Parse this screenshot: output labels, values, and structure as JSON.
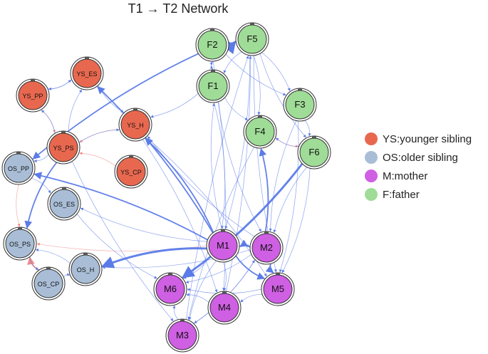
{
  "title": "T1 → T2 Network",
  "colors": {
    "YS": "#e8684f",
    "OS": "#a9bed6",
    "M": "#cf5fe3",
    "F": "#9fdc97",
    "edge_pos": "#5b7be8",
    "edge_neg": "#f08a8a"
  },
  "legend": [
    {
      "group": "YS",
      "label": "YS:younger sibling"
    },
    {
      "group": "OS",
      "label": "OS:older sibling"
    },
    {
      "group": "M",
      "label": "M:mother"
    },
    {
      "group": "F",
      "label": "F:father"
    }
  ],
  "nodes": [
    {
      "id": "F2",
      "group": "F"
    },
    {
      "id": "F5",
      "group": "F"
    },
    {
      "id": "F1",
      "group": "F"
    },
    {
      "id": "F3",
      "group": "F"
    },
    {
      "id": "F4",
      "group": "F"
    },
    {
      "id": "F6",
      "group": "F"
    },
    {
      "id": "YS_ES",
      "group": "YS"
    },
    {
      "id": "YS_PP",
      "group": "YS"
    },
    {
      "id": "YS_H",
      "group": "YS"
    },
    {
      "id": "YS_PS",
      "group": "YS"
    },
    {
      "id": "YS_CP",
      "group": "YS"
    },
    {
      "id": "OS_PP",
      "group": "OS"
    },
    {
      "id": "OS_ES",
      "group": "OS"
    },
    {
      "id": "OS_PS",
      "group": "OS"
    },
    {
      "id": "OS_H",
      "group": "OS"
    },
    {
      "id": "OS_CP",
      "group": "OS"
    },
    {
      "id": "M1",
      "group": "M"
    },
    {
      "id": "M2",
      "group": "M"
    },
    {
      "id": "M6",
      "group": "M"
    },
    {
      "id": "M5",
      "group": "M"
    },
    {
      "id": "M4",
      "group": "M"
    },
    {
      "id": "M3",
      "group": "M"
    }
  ],
  "edges": [
    {
      "from": "F2",
      "to": "F5",
      "sign": "pos",
      "weight": 3
    },
    {
      "from": "F5",
      "to": "F2",
      "sign": "pos",
      "weight": 1
    },
    {
      "from": "F2",
      "to": "F1",
      "sign": "pos",
      "weight": 1
    },
    {
      "from": "F1",
      "to": "F2",
      "sign": "pos",
      "weight": 1
    },
    {
      "from": "F5",
      "to": "F1",
      "sign": "pos",
      "weight": 1
    },
    {
      "from": "F5",
      "to": "F3",
      "sign": "pos",
      "weight": 1
    },
    {
      "from": "F2",
      "to": "F3",
      "sign": "pos",
      "weight": 1
    },
    {
      "from": "F5",
      "to": "F4",
      "sign": "pos",
      "weight": 1
    },
    {
      "from": "F1",
      "to": "F4",
      "sign": "pos",
      "weight": 1
    },
    {
      "from": "F3",
      "to": "F6",
      "sign": "pos",
      "weight": 1
    },
    {
      "from": "F4",
      "to": "F6",
      "sign": "neg",
      "weight": 1
    },
    {
      "from": "F6",
      "to": "F4",
      "sign": "pos",
      "weight": 1
    },
    {
      "from": "F5",
      "to": "F6",
      "sign": "pos",
      "weight": 1
    },
    {
      "from": "F1",
      "to": "YS_H",
      "sign": "pos",
      "weight": 1
    },
    {
      "from": "F2",
      "to": "OS_PP",
      "sign": "pos",
      "weight": 2
    },
    {
      "from": "F1",
      "to": "M1",
      "sign": "pos",
      "weight": 1
    },
    {
      "from": "F1",
      "to": "M2",
      "sign": "pos",
      "weight": 1
    },
    {
      "from": "F5",
      "to": "M1",
      "sign": "pos",
      "weight": 1
    },
    {
      "from": "F5",
      "to": "M5",
      "sign": "pos",
      "weight": 1
    },
    {
      "from": "F2",
      "to": "M4",
      "sign": "pos",
      "weight": 1
    },
    {
      "from": "F3",
      "to": "M2",
      "sign": "pos",
      "weight": 1
    },
    {
      "from": "F3",
      "to": "M5",
      "sign": "pos",
      "weight": 1
    },
    {
      "from": "F4",
      "to": "M3",
      "sign": "pos",
      "weight": 1
    },
    {
      "from": "F6",
      "to": "M6",
      "sign": "pos",
      "weight": 3
    },
    {
      "from": "F6",
      "to": "M2",
      "sign": "pos",
      "weight": 1
    },
    {
      "from": "F6",
      "to": "M5",
      "sign": "pos",
      "weight": 1
    },
    {
      "from": "M2",
      "to": "F4",
      "sign": "pos",
      "weight": 2
    },
    {
      "from": "M1",
      "to": "F1",
      "sign": "pos",
      "weight": 1
    },
    {
      "from": "M4",
      "to": "F5",
      "sign": "pos",
      "weight": 1
    },
    {
      "from": "M3",
      "to": "F5",
      "sign": "pos",
      "weight": 1
    },
    {
      "from": "YS_PP",
      "to": "YS_ES",
      "sign": "pos",
      "weight": 1
    },
    {
      "from": "YS_ES",
      "to": "YS_PP",
      "sign": "pos",
      "weight": 1
    },
    {
      "from": "YS_ES",
      "to": "YS_H",
      "sign": "pos",
      "weight": 1
    },
    {
      "from": "YS_PP",
      "to": "YS_PS",
      "sign": "neg",
      "weight": 1
    },
    {
      "from": "YS_PS",
      "to": "YS_PP",
      "sign": "pos",
      "weight": 1
    },
    {
      "from": "YS_PS",
      "to": "YS_ES",
      "sign": "pos",
      "weight": 1
    },
    {
      "from": "YS_H",
      "to": "YS_PS",
      "sign": "neg",
      "weight": 1
    },
    {
      "from": "YS_PS",
      "to": "YS_H",
      "sign": "pos",
      "weight": 1
    },
    {
      "from": "YS_CP",
      "to": "YS_PS",
      "sign": "neg",
      "weight": 1
    },
    {
      "from": "YS_PS",
      "to": "OS_PP",
      "sign": "pos",
      "weight": 1
    },
    {
      "from": "YS_PS",
      "to": "OS_PS",
      "sign": "pos",
      "weight": 2
    },
    {
      "from": "OS_PP",
      "to": "OS_ES",
      "sign": "pos",
      "weight": 1
    },
    {
      "from": "OS_PP",
      "to": "OS_PS",
      "sign": "neg",
      "weight": 1
    },
    {
      "from": "OS_CP",
      "to": "OS_PS",
      "sign": "neg",
      "weight": 2
    },
    {
      "from": "OS_PS",
      "to": "OS_CP",
      "sign": "pos",
      "weight": 1
    },
    {
      "from": "OS_CP",
      "to": "OS_H",
      "sign": "pos",
      "weight": 1
    },
    {
      "from": "OS_H",
      "to": "OS_PS",
      "sign": "pos",
      "weight": 1
    },
    {
      "from": "M1",
      "to": "OS_PS",
      "sign": "neg",
      "weight": 1
    },
    {
      "from": "M1",
      "to": "OS_PP",
      "sign": "pos",
      "weight": 2
    },
    {
      "from": "M1",
      "to": "OS_ES",
      "sign": "pos",
      "weight": 1
    },
    {
      "from": "M1",
      "to": "OS_H",
      "sign": "pos",
      "weight": 3
    },
    {
      "from": "M2",
      "to": "OS_H",
      "sign": "pos",
      "weight": 1
    },
    {
      "from": "M1",
      "to": "YS_H",
      "sign": "pos",
      "weight": 2
    },
    {
      "from": "M2",
      "to": "YS_H",
      "sign": "pos",
      "weight": 1
    },
    {
      "from": "M1",
      "to": "YS_ES",
      "sign": "pos",
      "weight": 2
    },
    {
      "from": "YS_H",
      "to": "M5",
      "sign": "pos",
      "weight": 1
    },
    {
      "from": "YS_PS",
      "to": "M3",
      "sign": "pos",
      "weight": 1
    },
    {
      "from": "YS_H",
      "to": "M4",
      "sign": "pos",
      "weight": 1
    },
    {
      "from": "OS_ES",
      "to": "M6",
      "sign": "pos",
      "weight": 1
    },
    {
      "from": "M1",
      "to": "M2",
      "sign": "pos",
      "weight": 1
    },
    {
      "from": "M2",
      "to": "M1",
      "sign": "pos",
      "weight": 2
    },
    {
      "from": "M1",
      "to": "M6",
      "sign": "pos",
      "weight": 1
    },
    {
      "from": "M1",
      "to": "M5",
      "sign": "pos",
      "weight": 2
    },
    {
      "from": "M1",
      "to": "M4",
      "sign": "pos",
      "weight": 1
    },
    {
      "from": "M1",
      "to": "M3",
      "sign": "pos",
      "weight": 1
    },
    {
      "from": "M2",
      "to": "M6",
      "sign": "pos",
      "weight": 1
    },
    {
      "from": "M2",
      "to": "M5",
      "sign": "pos",
      "weight": 2
    },
    {
      "from": "M2",
      "to": "M3",
      "sign": "pos",
      "weight": 1
    },
    {
      "from": "M4",
      "to": "M6",
      "sign": "pos",
      "weight": 1
    },
    {
      "from": "M5",
      "to": "M6",
      "sign": "pos",
      "weight": 1
    },
    {
      "from": "M5",
      "to": "M4",
      "sign": "pos",
      "weight": 1
    },
    {
      "from": "M3",
      "to": "M6",
      "sign": "pos",
      "weight": 1
    },
    {
      "from": "M3",
      "to": "M2",
      "sign": "pos",
      "weight": 1
    }
  ]
}
